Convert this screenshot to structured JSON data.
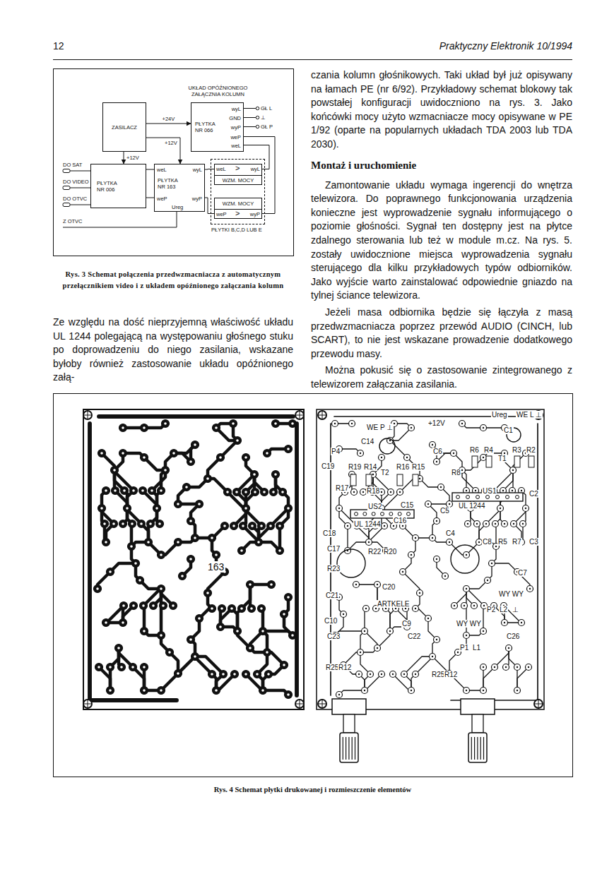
{
  "diagram": {
    "caption": "Rys. 3 Schemat połączenia przedwzmacniacza z automatycznym przełącznikiem video i z układem opóźnionego załączania kolumn",
    "nodes": [
      {
        "text": [
          "ZASILACZ"
        ]
      },
      {
        "text": [
          "UKŁAD OPÓŹNIONEGO ZAŁĄCZNIA KOLUMN",
          "PŁYTKA NR 066",
          "wyL",
          "GND",
          "wyP",
          "weP",
          "weL"
        ]
      },
      {
        "text": [
          "PŁYTKA NR 006"
        ]
      },
      {
        "text": [
          "PŁYTKA NR 163",
          "weL",
          "wyL",
          "weP",
          "wyP",
          "Ureg"
        ]
      },
      {
        "text": [
          "PŁYTKI B,C,D LUB E"
        ]
      },
      {
        "text": [
          "weL",
          ">",
          "wyL",
          "WZM. MOCY"
        ],
        "in": 4
      },
      {
        "text": [
          "WZM. MOCY",
          "weP",
          ">",
          "wyP"
        ],
        "in": 4
      }
    ],
    "edges": [
      {
        "from": 0,
        "to": 1,
        "label": "+24V",
        "arrow": "to"
      },
      {
        "from": 0,
        "to": 2,
        "label": "+12V",
        "arrow": "to"
      },
      {
        "from": 0,
        "to": 3,
        "label": "+12V",
        "arrow": "to"
      },
      {
        "from": 2,
        "to": 3,
        "arrow": "none"
      },
      {
        "from": 2,
        "to": 3,
        "arrow": "none"
      },
      {
        "from": 3,
        "to": 5,
        "arrow": "none"
      },
      {
        "from": 3,
        "to": 6,
        "arrow": "none"
      },
      {
        "from": 5,
        "to": 1,
        "arrow": "none"
      },
      {
        "from": 6,
        "to": 1,
        "arrow": "none"
      }
    ],
    "labels": [
      "12",
      "Praktyczny Elektronik 10/1994",
      "DO SAT",
      "DO VIDEO",
      "DO OTVC",
      "Z OTVC",
      "GŁ L",
      "⊥",
      "GŁ P",
      "Ze względu na dość nieprzyjemną właściwość układu UL 1244 polegającą na występowaniu głośnego stuku po doprowadzeniu do niego zasilania, wskazane byłoby również zastosowanie układu opóźnionego załą-",
      "czania kolumn głośnikowych. Taki układ był już opisywany na łamach PE (nr 6/92). Przykładowy schemat blokowy tak powstałej konfiguracji uwidoczniono na rys. 3. Jako końcówki mocy użyto wzmacniacze mocy opisywane w PE 1/92 (oparte na popularnych układach TDA 2003 lub TDA 2030).",
      "Montaż i uruchomienie",
      "Zamontowanie układu wymaga ingerencji do wnętrza telewizora. Do poprawnego funkcjonowania urządzenia konieczne jest wyprowadzenie sygnału informującego o poziomie głośności. Sygnał ten dostępny jest na płytce zdalnego sterowania lub też w module m.cz. Na rys. 5. zostały uwidocznione miejsca wyprowadzenia sygnału sterującego dla kilku przykładowych typów odbiorników. Jako wyjście warto zainstalować odpowiednie gniazdo na tylnej ściance telewizora.",
      "Jeżeli masa odbiornika będzie się łączyła z masą przedwzmacniacza poprzez przewód AUDIO (CINCH, lub SCART), to nie jest wskazane prowadzenie dodatkowego przewodu masy.",
      "Można pokusić się o zastosowanie zintegrowanego z telewizorem załączania zasilania.",
      "Rys. 4 Schemat płytki drukowanej i rozmieszczenie elementów",
      "163",
      "Ureg",
      "WE L ⊥",
      "WE P ⊥",
      "+12V",
      "C1",
      "C14",
      "P4",
      "C19",
      "R19",
      "R14",
      "T2",
      "R16",
      "R15",
      "C6",
      "R6",
      "R4",
      "T1",
      "R3",
      "R2",
      "R17",
      "R8",
      "R18",
      "US1",
      "C2",
      "US2",
      "C15",
      "C5",
      "UL 1244",
      "UL 1244",
      "C16",
      "C18",
      "C4",
      "C8",
      "R5",
      "R7",
      "C3",
      "C17",
      "R22",
      "R20",
      "R23",
      "C7",
      "C20",
      "C21",
      "ARTKELE",
      "WY WY",
      "P2",
      "L2",
      "⊥",
      "C10",
      "C9",
      "WY WY",
      "C23",
      "C22",
      "P1",
      "L1",
      "C26",
      "R25",
      "R12",
      "R25",
      "R12"
    ]
  }
}
